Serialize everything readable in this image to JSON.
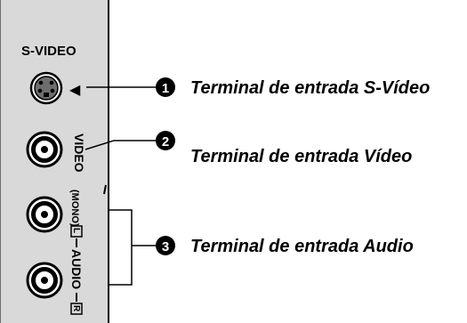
{
  "panel": {
    "svideo_label": "S-VIDEO",
    "arrow_glyph": "◀",
    "video_label": "VIDEO",
    "mono_label": "(MONO)",
    "audio_label": "AUDIO",
    "left_mark": "L",
    "right_mark": "R",
    "panel_color": "#d9d9d9"
  },
  "callouts": [
    {
      "number": "1",
      "text": "Terminal de entrada S-Vídeo"
    },
    {
      "number": "2",
      "text": "Terminal de entrada Vídeo"
    },
    {
      "number": "3",
      "text": "Terminal de entrada Audio"
    }
  ]
}
